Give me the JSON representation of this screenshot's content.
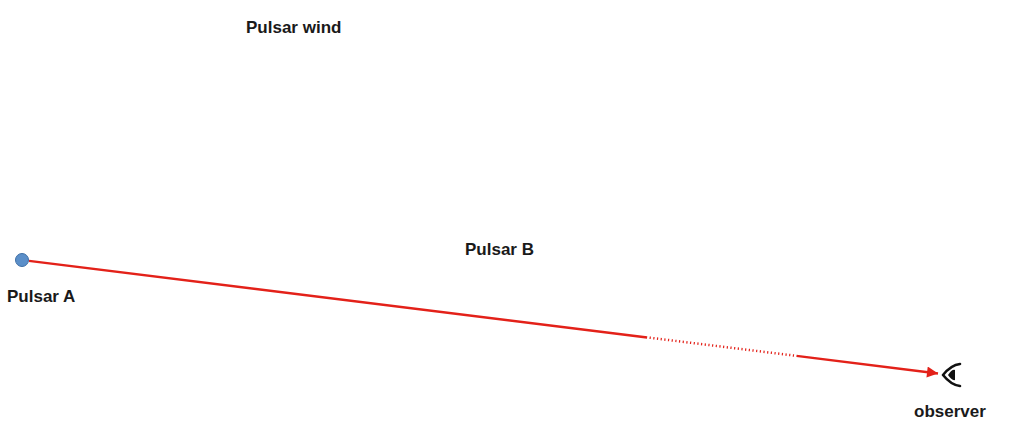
{
  "diagram": {
    "nodes": [
      {
        "text": [
          "Pulsar A"
        ]
      },
      {
        "text": [
          "Pulsar wind",
          "Pulsar B"
        ]
      },
      {
        "text": [
          "observer"
        ]
      }
    ],
    "edges": [
      {
        "from": 0,
        "to": 2,
        "arrow": "to"
      }
    ]
  }
}
